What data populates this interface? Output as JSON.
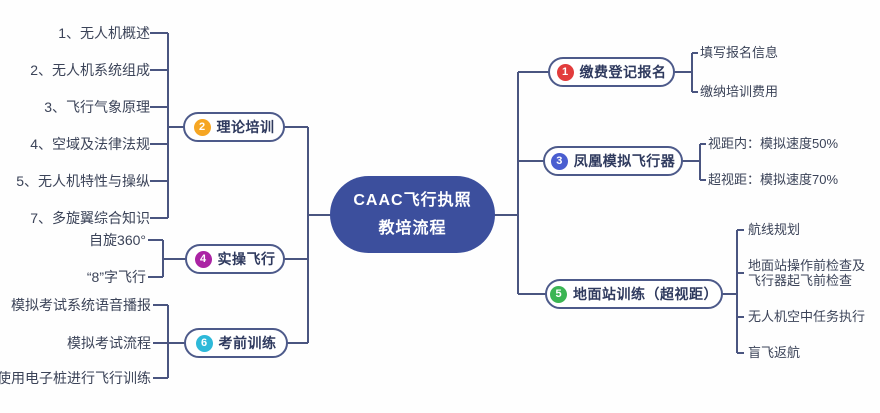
{
  "center_node": {
    "line1": "CAAC飞行执照",
    "line2": "教培流程",
    "bg_color": "#3c4f9d",
    "text_color": "#ffffff"
  },
  "connector_color": "#4a5580",
  "node_border_color": "#4d5a8a",
  "left_branches": [
    {
      "number": "2",
      "label": "理论培训",
      "badge_color": "#f6a623",
      "items": [
        "1、无人机概述",
        "2、无人机系统组成",
        "3、飞行气象原理",
        "4、空域及法律法规",
        "5、无人机特性与操纵",
        "7、多旋翼综合知识"
      ]
    },
    {
      "number": "4",
      "label": "实操飞行",
      "badge_color": "#ab24a4",
      "items": [
        "自旋360°",
        "“8”字飞行"
      ]
    },
    {
      "number": "6",
      "label": "考前训练",
      "badge_color": "#2eb9d9",
      "items": [
        "模拟考试系统语音播报",
        "模拟考试流程",
        "使用电子桩进行飞行训练"
      ]
    }
  ],
  "right_branches": [
    {
      "number": "1",
      "label": "缴费登记报名",
      "badge_color": "#e23c3c",
      "items": [
        "填写报名信息",
        "缴纳培训费用"
      ]
    },
    {
      "number": "3",
      "label": "凤凰模拟飞行器",
      "badge_color": "#4a5ed0",
      "items": [
        "视距内：模拟速度50%",
        "超视距：模拟速度70%"
      ]
    },
    {
      "number": "5",
      "label": "地面站训练（超视距）",
      "badge_color": "#3bb553",
      "items": [
        "航线规划",
        "地面站操作前检查及\n飞行器起飞前检查",
        "无人机空中任务执行",
        "盲飞返航"
      ]
    }
  ]
}
